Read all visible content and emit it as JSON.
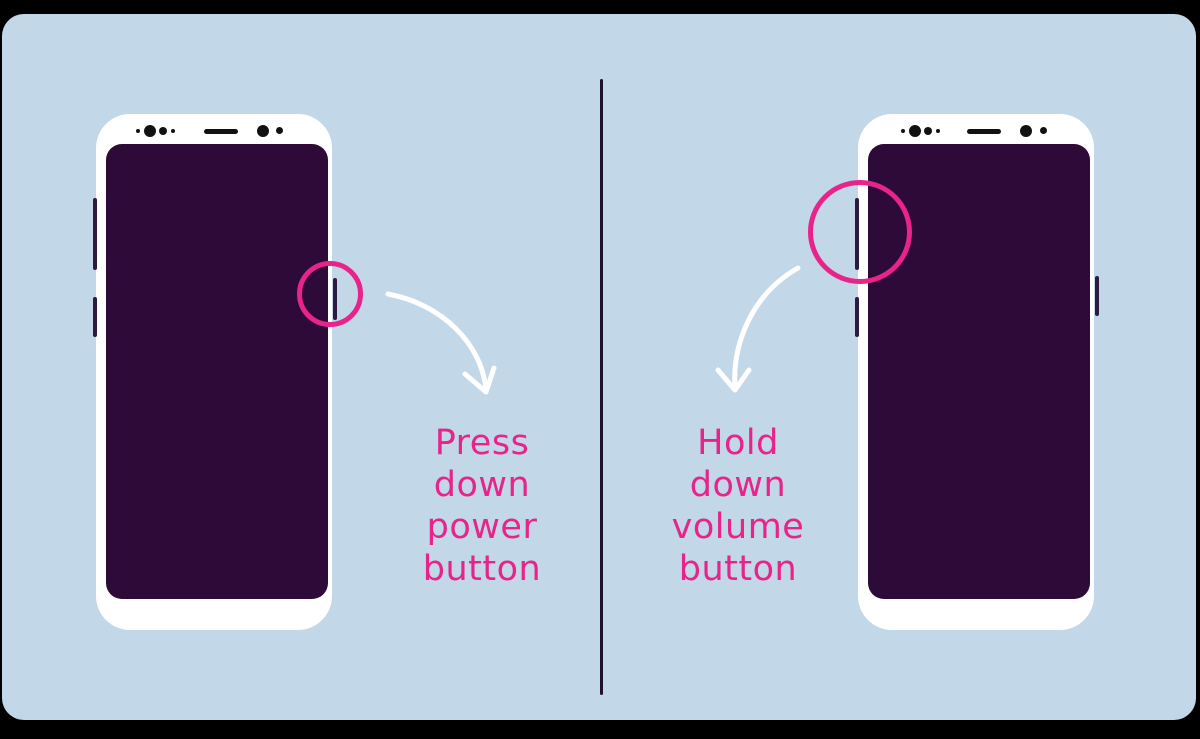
{
  "illustration": {
    "left_panel": {
      "step": "power",
      "caption_lines": [
        "Press",
        "down",
        "power",
        "button"
      ],
      "highlight": "power-button"
    },
    "right_panel": {
      "step": "volume",
      "caption_lines": [
        "Hold",
        "down",
        "volume",
        "button"
      ],
      "highlight": "volume-button"
    }
  },
  "colors": {
    "background": "#c2d7e8",
    "phone_body": "#ffffff",
    "phone_screen": "#2e0a38",
    "accent": "#e8238a",
    "divider": "#1e1030",
    "arrow": "#ffffff"
  }
}
